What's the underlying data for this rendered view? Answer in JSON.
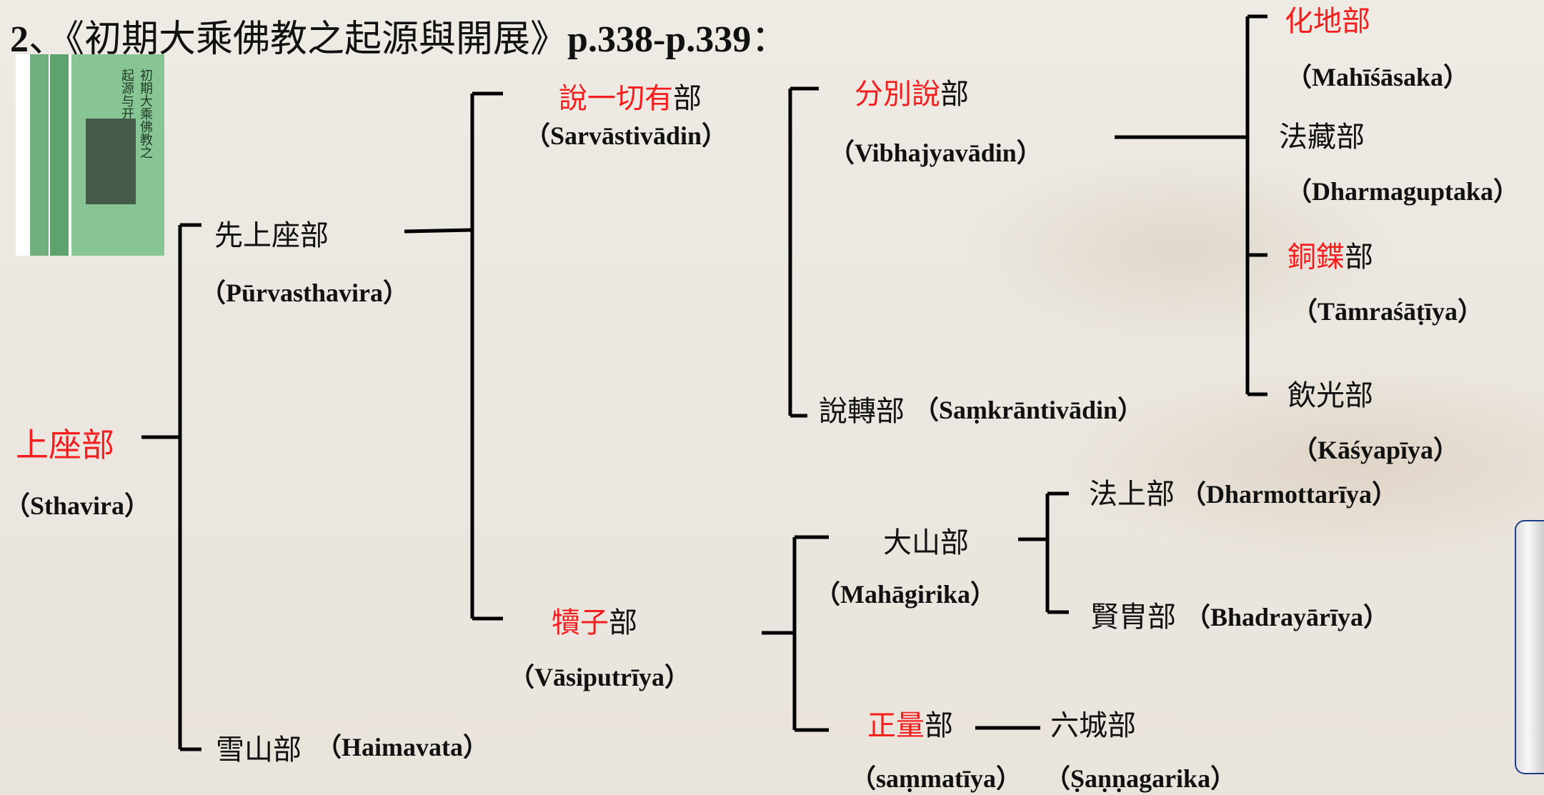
{
  "title": {
    "num": "2",
    "sep": "、",
    "book": "《初期大乘佛教之起源與開展》",
    "pages": "p.338-p.339",
    "colon": "："
  },
  "book_cover": {
    "title_line1": "初期大乘佛教之",
    "title_line2": "起源与开展"
  },
  "nodes": {
    "sthavira": {
      "name": "上座部",
      "skt": "（Sthavira）"
    },
    "purvasthavira": {
      "name": "先上座部",
      "skt": "（Pūrvasthavira）"
    },
    "haimavata": {
      "name": "雪山部",
      "skt": "（Haimavata）"
    },
    "sarvastivadin": {
      "name_red": "說一切有",
      "name_rest": "部",
      "skt": "（Sarvāstivādin）"
    },
    "vasiputriya": {
      "name_red": "犢子",
      "name_rest": "部",
      "skt": "（Vāsiputrīya）"
    },
    "vibhajyavadin": {
      "name_red": "分別說",
      "name_rest": "部",
      "skt": "（Vibhajyavādin）"
    },
    "samkrantivadin": {
      "name": "說轉部",
      "skt": "（Saṃkrāntivādin）"
    },
    "mahisasaka": {
      "name_red": "化地部",
      "skt": "（Mahīśāsaka）"
    },
    "dharmaguptaka": {
      "name": "法藏部",
      "skt": "（Dharmaguptaka）"
    },
    "tamrasatiya": {
      "name_red": "銅鍱",
      "name_rest": "部",
      "skt": "（Tāmraśāṭīya）"
    },
    "kasyapiya": {
      "name": "飲光部",
      "skt": "（Kāśyapīya）"
    },
    "mahagirika": {
      "name": "大山部",
      "skt": "（Mahāgirika）"
    },
    "dharmottariya": {
      "name": "法上部",
      "skt": "（Dharmottarīya）"
    },
    "bhadrayariya": {
      "name": "賢胄部",
      "skt": "（Bhadrayārīya）"
    },
    "sammatiya": {
      "name_red": "正量",
      "name_rest": "部",
      "skt": "（saṃmatīya）"
    },
    "sannagarika": {
      "name": "六城部",
      "skt": "（Ṣaṇṇagarika）"
    }
  },
  "colors": {
    "highlight": "#f41e1e",
    "text": "#111111",
    "line": "#000000"
  }
}
